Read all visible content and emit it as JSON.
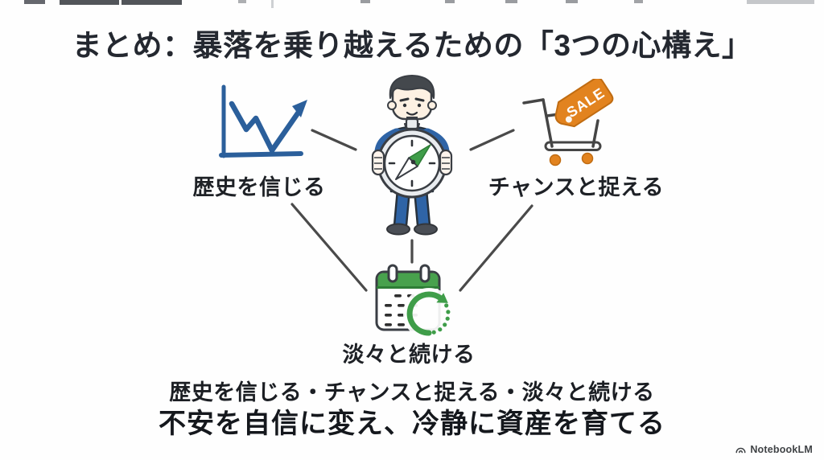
{
  "title": "まとめ：暴落を乗り越えるための「3つの心構え」",
  "diagram": {
    "center": {
      "icon": "person-with-compass-icon"
    },
    "items": [
      {
        "id": "history",
        "label": "歴史を信じる",
        "icon": "line-chart-icon"
      },
      {
        "id": "chance",
        "label": "チャンスと捉える",
        "icon": "sale-cart-icon",
        "tag": "SALE"
      },
      {
        "id": "continue",
        "label": "淡々と続ける",
        "icon": "calendar-repeat-icon"
      }
    ]
  },
  "summary": {
    "line1": "歴史を信じる・チャンスと捉える・淡々と続ける",
    "line2": "不安を自信に変え、冷静に資産を育てる"
  },
  "footer": {
    "brand": "NotebookLM"
  },
  "colors": {
    "ink": "#242830",
    "blue": "#2b5f9b",
    "green": "#3f9d49",
    "green-dark": "#2e7d36",
    "orange": "#e2831f",
    "orange-dark": "#c06c12",
    "line": "#4a4a4a",
    "outline": "#3a3e44"
  }
}
